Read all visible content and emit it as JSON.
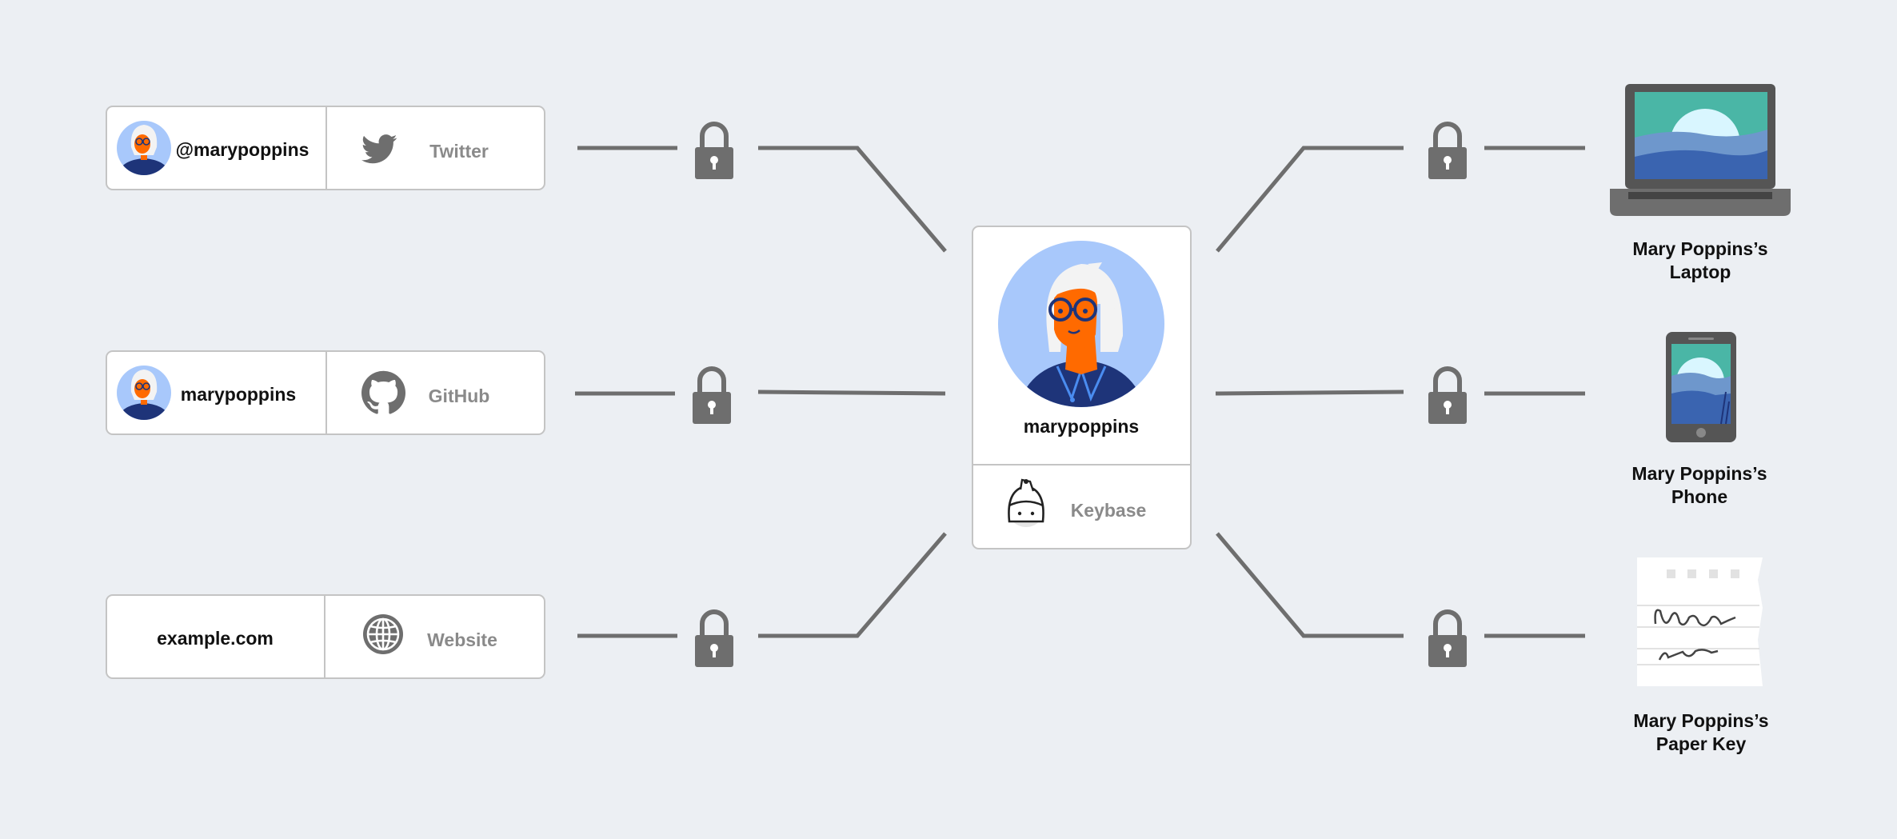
{
  "colors": {
    "background": "#eceff3",
    "connector": "#6e6e6e",
    "lock": "#6e6e6e",
    "card_border": "#c4c4c4",
    "card_fill": "#ffffff",
    "primary_text": "#111111",
    "secondary_text": "#8a8a8a",
    "avatar_bg": "#a8c8fb",
    "skin": "#ff6a00",
    "hair": "#f3f3f3",
    "outfit": "#1e3479"
  },
  "identities": [
    {
      "handle": "@marypoppins",
      "service": "Twitter",
      "icon": "twitter-bird-icon",
      "has_avatar": true
    },
    {
      "handle": "marypoppins",
      "service": "GitHub",
      "icon": "github-octocat-icon",
      "has_avatar": true
    },
    {
      "handle": "example.com",
      "service": "Website",
      "icon": "globe-icon",
      "has_avatar": false
    }
  ],
  "center": {
    "username": "marypoppins",
    "service": "Keybase",
    "icon": "keybase-icon"
  },
  "devices": [
    {
      "label_line1": "Mary Poppins’s",
      "label_line2": "Laptop",
      "icon": "laptop-icon"
    },
    {
      "label_line1": "Mary Poppins’s",
      "label_line2": "Phone",
      "icon": "phone-icon"
    },
    {
      "label_line1": "Mary Poppins’s",
      "label_line2": "Paper Key",
      "icon": "paper-key-icon"
    }
  ]
}
